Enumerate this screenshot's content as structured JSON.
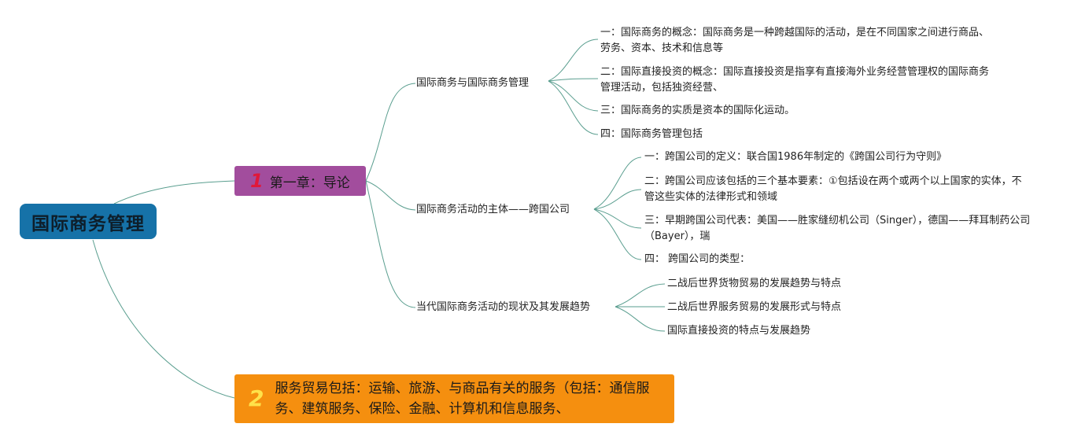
{
  "root": {
    "label": "国际商务管理",
    "color": "#1672a8"
  },
  "chapter": {
    "badge": "1",
    "label": "第一章：导论",
    "color": "#a24d9d"
  },
  "service": {
    "badge": "2",
    "label": "服务贸易包括：运输、旅游、与商品有关的服务（包括：通信服务、建筑服务、保险、金融、计算机和信息服务、",
    "color": "#f58f0f"
  },
  "sections": [
    {
      "label": "国际商务与国际商务管理",
      "items": [
        "一：国际商务的概念：国际商务是一种跨越国际的活动，是在不同国家之间进行商品、劳务、资本、技术和信息等",
        "二：国际直接投资的概念：国际直接投资是指享有直接海外业务经营管理权的国际商务管理活动，包括独资经营、",
        "三：国际商务的实质是资本的国际化运动。",
        "四：国际商务管理包括"
      ]
    },
    {
      "label": "国际商务活动的主体——跨国公司",
      "items": [
        "一：跨国公司的定义：联合国1986年制定的《跨国公司行为守则》",
        "二：跨国公司应该包括的三个基本要素：①包括设在两个或两个以上国家的实体，不管这些实体的法律形式和领域",
        "三：早期跨国公司代表：美国——胜家缝纫机公司（Singer），德国——拜耳制药公司（Bayer），瑞",
        "四： 跨国公司的类型："
      ]
    },
    {
      "label": "当代国际商务活动的现状及其发展趋势",
      "items": [
        "二战后世界货物贸易的发展趋势与特点",
        "二战后世界服务贸易的发展形式与特点",
        "国际直接投资的特点与发展趋势"
      ]
    }
  ],
  "line_color": "#5a9e8f"
}
